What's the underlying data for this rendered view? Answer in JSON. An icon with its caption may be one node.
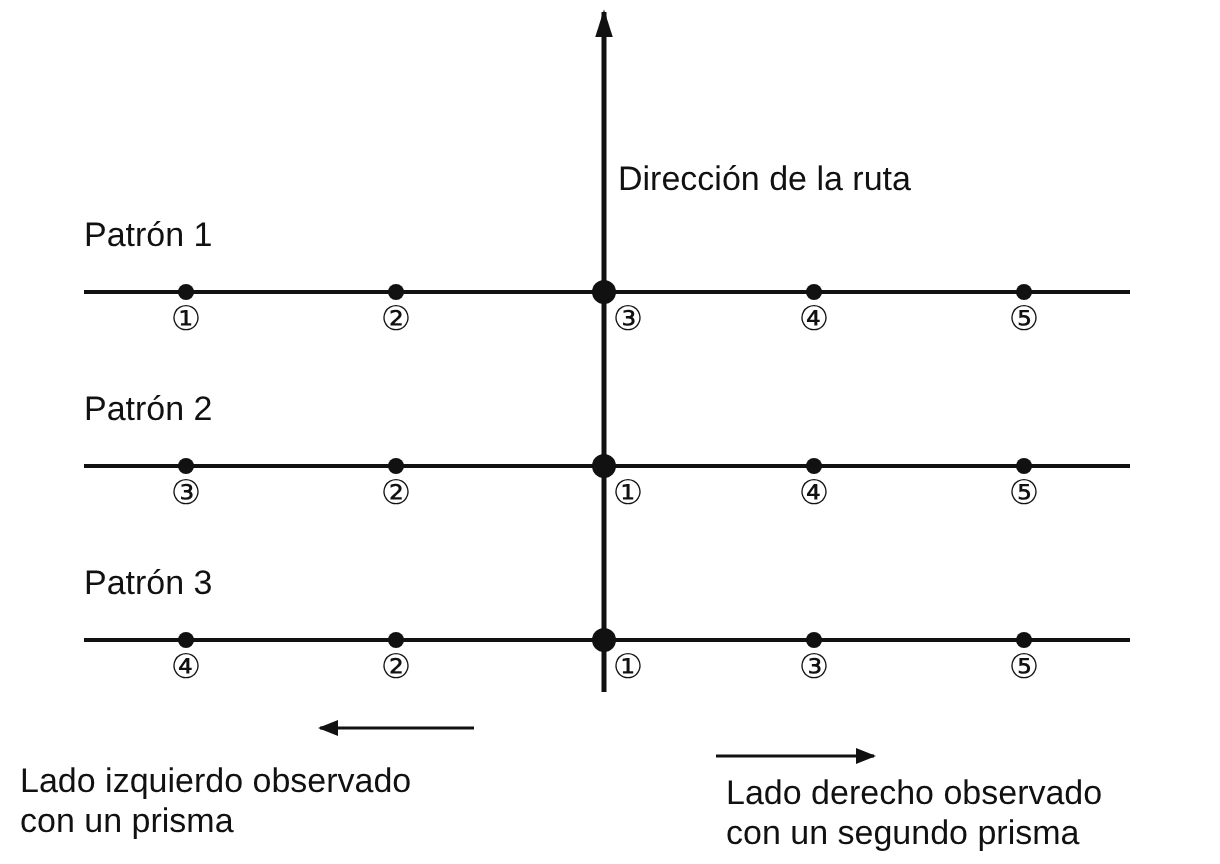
{
  "diagram": {
    "labels": [
      "Dirección de la ruta",
      "Patrón 1",
      "①",
      "②",
      "③",
      "④",
      "⑤",
      "Patrón 2",
      "③",
      "②",
      "①",
      "④",
      "⑤",
      "Patrón 3",
      "④",
      "②",
      "①",
      "③",
      "⑤",
      "Lado izquierdo observado con un prisma",
      "Lado derecho observado con un segundo prisma"
    ]
  }
}
